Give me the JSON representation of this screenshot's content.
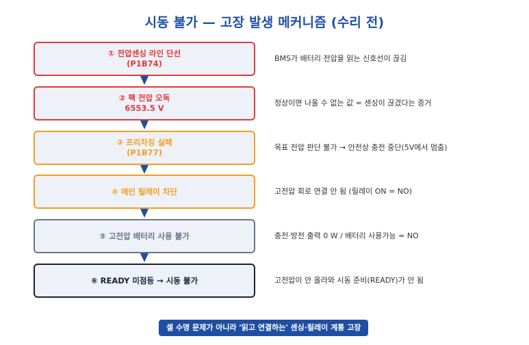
{
  "title": "시동 불가 — 고장 발생 메커니즘 (수리 전)",
  "steps": [
    {
      "line1": "① 전압센싱 라인 단선",
      "line2": "(P1B74)",
      "description": "BMS가 배터리 전압을 읽는 신호선이 끊김",
      "color": "#e03a3a"
    },
    {
      "line1": "② 팩 전압 오독",
      "line2": "6553.5 V",
      "description": "정상이면 나올 수 없는 값 = 센싱이 끊겼다는 증거",
      "color": "#e03a3a"
    },
    {
      "line1": "③ 프리차징 실패",
      "line2": "(P1B77)",
      "description": "목표 전압 판단 불가 → 안전상 충전 중단(5V에서 멈춤)",
      "color": "#f0a020"
    },
    {
      "line1": "④ 메인 릴레이 차단",
      "line2": "",
      "description": "고전압 회로 연결 안 됨 (릴레이 ON = NO)",
      "color": "#f0a020"
    },
    {
      "line1": "⑤ 고전압 배터리 사용 불가",
      "line2": "",
      "description": "충전·방전 출력 0 W / 배터리 사용가능 = NO",
      "color": "#6b7585"
    },
    {
      "line1": "⑥ READY 미점등 → 시동 불가",
      "line2": "",
      "description": "고전압이 안 올라와 시동 준비(READY)가 안 됨",
      "color": "#1a2233"
    }
  ],
  "banner": "셀 수명 문제가 아니라 '읽고 연결하는' 센싱·릴레이 계통 고장",
  "colors": {
    "title": "#1f4fa3",
    "arrow": "#1f4fa3",
    "box_fill": "#eef1f8",
    "banner_bg": "#1f4fa3"
  }
}
